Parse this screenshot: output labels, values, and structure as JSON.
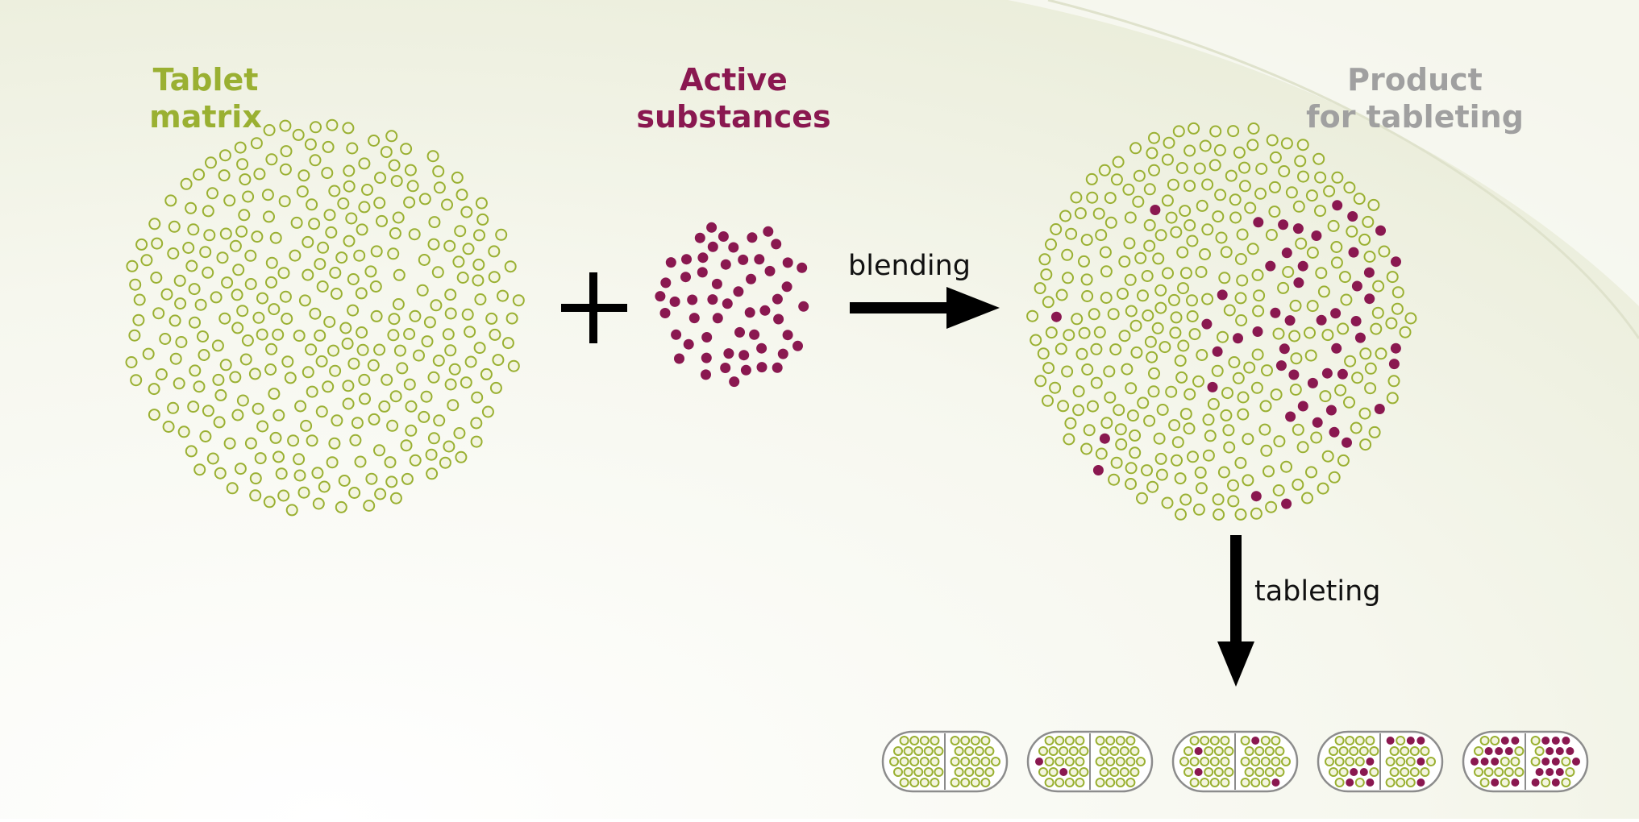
{
  "labels": {
    "matrix": {
      "line1": "Tablet",
      "line2": "matrix"
    },
    "active": {
      "line1": "Active",
      "line2": "substances"
    },
    "product": {
      "line1": "Product",
      "line2": "for tableting"
    }
  },
  "steps": {
    "blending": "blending",
    "tableting": "tableting"
  },
  "colors": {
    "matrix": "#9ab032",
    "active": "#8a1850",
    "product_label": "#a0a0a0",
    "arrow": "#000000",
    "tablet_outline": "#8c8c8c",
    "matrix_fill": "#f3f5e0"
  },
  "tablets": [
    {
      "active_particles": 0
    },
    {
      "active_particles": 2
    },
    {
      "active_particles": 4
    },
    {
      "active_particles": 10
    },
    {
      "active_particles": 24
    }
  ]
}
